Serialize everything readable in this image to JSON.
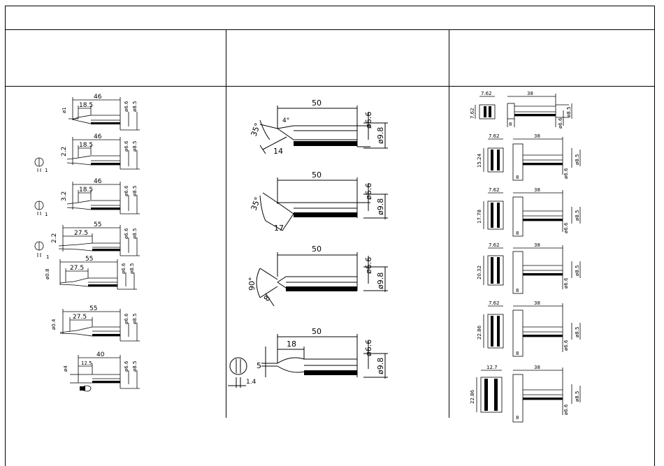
{
  "col1": {
    "tips": [
      {
        "len": "46",
        "inner": "18.5",
        "tip": "ø1",
        "d1": "ø6.6",
        "d2": "ø8.5"
      },
      {
        "len": "46",
        "inner": "18.5",
        "tip": "2.2",
        "d1": "ø6.6",
        "d2": "ø8.5",
        "side": "1"
      },
      {
        "len": "46",
        "inner": "18.5",
        "tip": "3.2",
        "d1": "ø6.6",
        "d2": "ø8.5",
        "side": "1"
      },
      {
        "len": "55",
        "inner": "27.5",
        "tip": "2.2",
        "d1": "ø6.6",
        "d2": "ø8.5",
        "side": "1"
      },
      {
        "len": "55",
        "inner": "27.5",
        "tip": "ø0.8",
        "d1": "ø6.6",
        "d2": "ø8.5"
      },
      {
        "len": "55",
        "inner": "27.5",
        "tip": "ø0.4",
        "d1": "ø6.6",
        "d2": "ø8.5"
      },
      {
        "len": "40",
        "inner": "12.5",
        "tip": "ø4",
        "d1": "ø6.6",
        "d2": "ø8.5"
      }
    ]
  },
  "col2": {
    "tips": [
      {
        "len": "50",
        "angle": "35°",
        "small_angle": "4°",
        "bevel": "14",
        "d1": "ø6.6",
        "d2": "ø9.8"
      },
      {
        "len": "50",
        "angle": "35°",
        "bevel": "17",
        "d1": "ø6.6",
        "d2": "ø9.8"
      },
      {
        "len": "50",
        "angle": "90°",
        "bevel": "8",
        "d1": "ø6.6",
        "d2": "ø9.8"
      },
      {
        "len": "50",
        "inner": "18",
        "width": "5",
        "thick": "1.4",
        "d1": "ø6.6",
        "d2": "ø9.8"
      }
    ]
  },
  "col3": {
    "tips": [
      {
        "w": "7.62",
        "h": "7.62",
        "len": "38",
        "base": "8",
        "d1": "ø6.6",
        "d2": "ø8.5"
      },
      {
        "w": "7.62",
        "h": "15.24",
        "len": "38",
        "base": "8",
        "d1": "ø6.6",
        "d2": "ø8.5"
      },
      {
        "w": "7.62",
        "h": "17.78",
        "len": "38",
        "base": "8",
        "d1": "ø6.6",
        "d2": "ø8.5"
      },
      {
        "w": "7.62",
        "h": "20.32",
        "len": "38",
        "base": "8",
        "d1": "ø6.6",
        "d2": "ø8.5"
      },
      {
        "w": "7.62",
        "h": "22.86",
        "len": "38",
        "base": "8",
        "d1": "ø6.6",
        "d2": "ø8.5"
      },
      {
        "w": "12.7",
        "h": "22.86",
        "len": "38",
        "base": "8",
        "d1": "ø6.6",
        "d2": "ø8.5"
      }
    ]
  }
}
